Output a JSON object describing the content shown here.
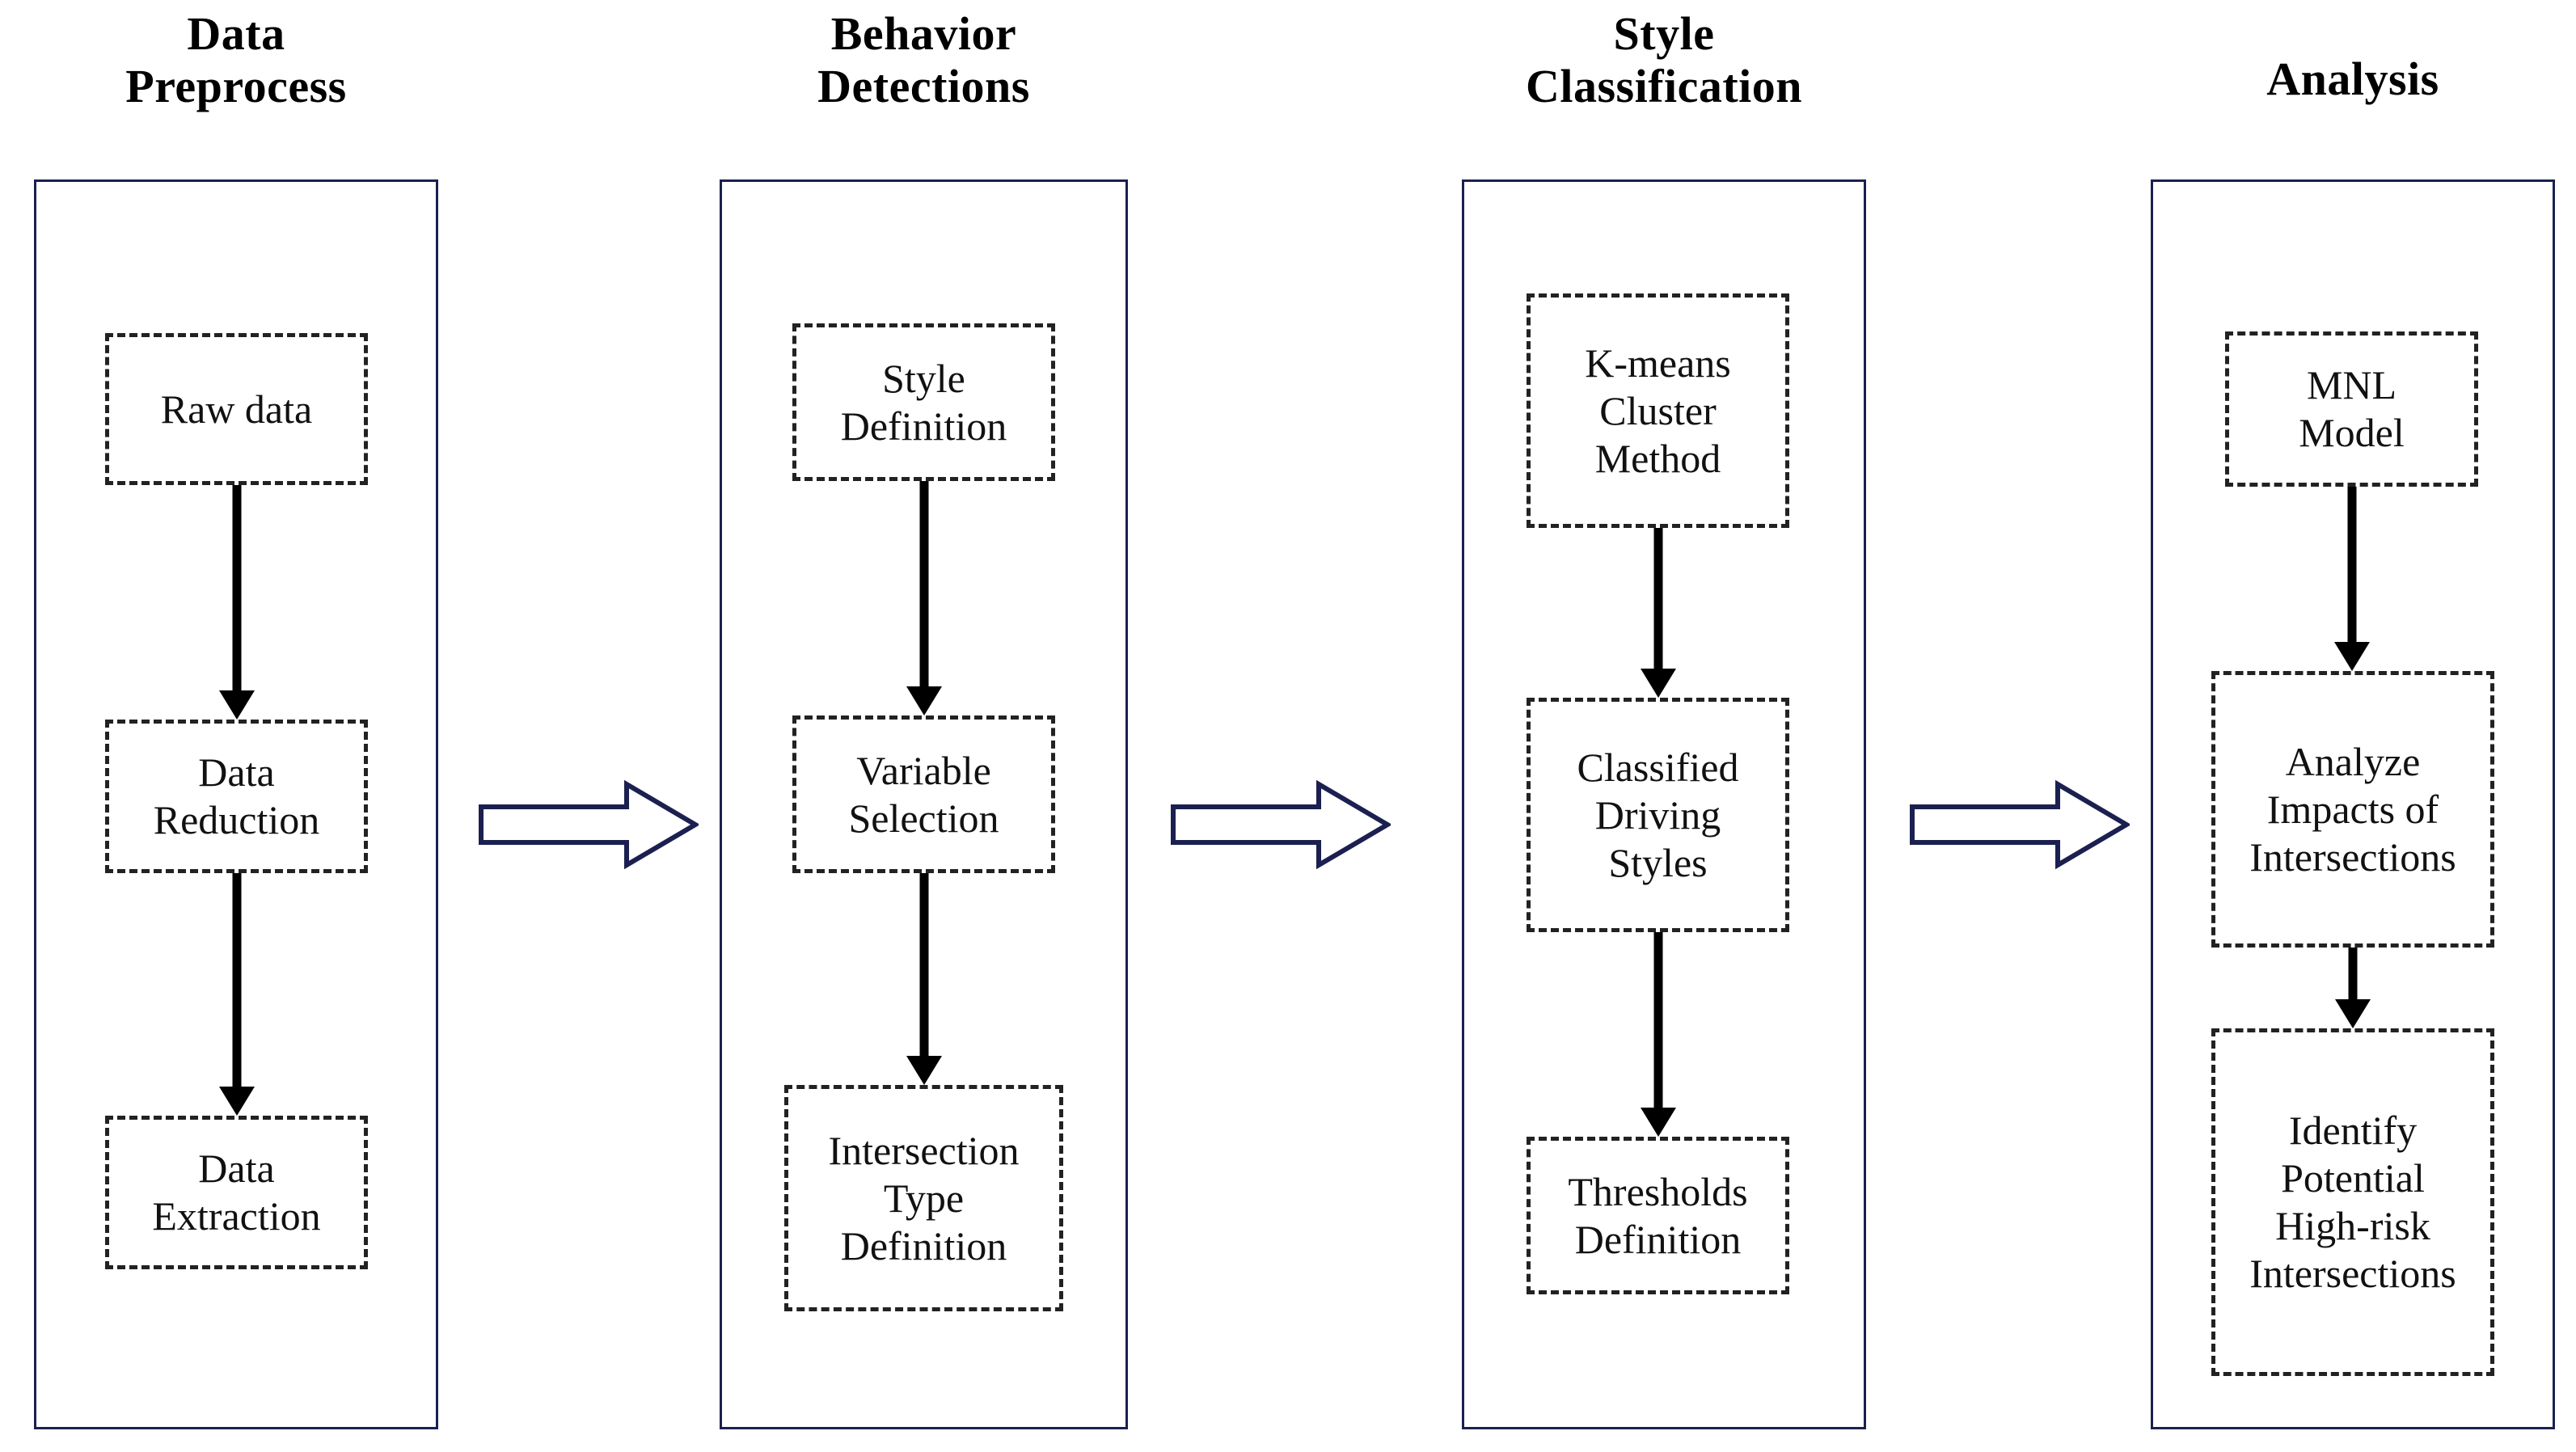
{
  "figure": {
    "type": "flowchart",
    "orientation": "left-to-right",
    "background_color": "#ffffff",
    "frame_border_color": "#1b2050",
    "node_border_color": "#222222",
    "node_border_style": "dashed",
    "arrow_color": "#000000",
    "block_arrow_color": "#1b2050",
    "block_arrow_fill": "#ffffff"
  },
  "stages": [
    {
      "id": "data-preprocess",
      "title": "Data\nPreprocess",
      "title_lines": 2,
      "nodes": [
        {
          "id": "raw-data",
          "label": "Raw data"
        },
        {
          "id": "data-reduction",
          "label": "Data\nReduction"
        },
        {
          "id": "data-extraction",
          "label": "Data\nExtraction"
        }
      ],
      "connections": [
        {
          "from": "raw-data",
          "to": "data-reduction",
          "kind": "arrow-down"
        },
        {
          "from": "data-reduction",
          "to": "data-extraction",
          "kind": "arrow-down"
        }
      ]
    },
    {
      "id": "behavior-detections",
      "title": "Behavior\nDetections",
      "title_lines": 2,
      "nodes": [
        {
          "id": "style-definition",
          "label": "Style\nDefinition"
        },
        {
          "id": "variable-selection",
          "label": "Variable\nSelection"
        },
        {
          "id": "intersection-type-definition",
          "label": "Intersection\nType\nDefinition"
        }
      ],
      "connections": [
        {
          "from": "style-definition",
          "to": "variable-selection",
          "kind": "arrow-down"
        },
        {
          "from": "variable-selection",
          "to": "intersection-type-definition",
          "kind": "arrow-down"
        }
      ]
    },
    {
      "id": "style-classification",
      "title": "Style\nClassification",
      "title_lines": 2,
      "nodes": [
        {
          "id": "k-means-cluster-method",
          "label": "K-means\nCluster\nMethod"
        },
        {
          "id": "classified-driving-styles",
          "label": "Classified\nDriving\nStyles"
        },
        {
          "id": "thresholds-definition",
          "label": "Thresholds\nDefinition"
        }
      ],
      "connections": [
        {
          "from": "k-means-cluster-method",
          "to": "classified-driving-styles",
          "kind": "arrow-down"
        },
        {
          "from": "classified-driving-styles",
          "to": "thresholds-definition",
          "kind": "arrow-down"
        }
      ]
    },
    {
      "id": "analysis",
      "title": "Analysis",
      "title_lines": 1,
      "nodes": [
        {
          "id": "mnl-model",
          "label": "MNL\nModel"
        },
        {
          "id": "analyze-impacts-of-intersections",
          "label": "Analyze\nImpacts of\nIntersections"
        },
        {
          "id": "identify-potential-high-risk-intersections",
          "label": "Identify\nPotential\nHigh-risk\nIntersections"
        }
      ],
      "connections": [
        {
          "from": "mnl-model",
          "to": "analyze-impacts-of-intersections",
          "kind": "arrow-down"
        },
        {
          "from": "analyze-impacts-of-intersections",
          "to": "identify-potential-high-risk-intersections",
          "kind": "arrow-down"
        }
      ]
    }
  ],
  "stage_connectors": [
    {
      "id": "connector-1",
      "from": "data-preprocess",
      "to": "behavior-detections",
      "kind": "block-arrow-right"
    },
    {
      "id": "connector-2",
      "from": "behavior-detections",
      "to": "style-classification",
      "kind": "block-arrow-right"
    },
    {
      "id": "connector-3",
      "from": "style-classification",
      "to": "analysis",
      "kind": "block-arrow-right"
    }
  ]
}
